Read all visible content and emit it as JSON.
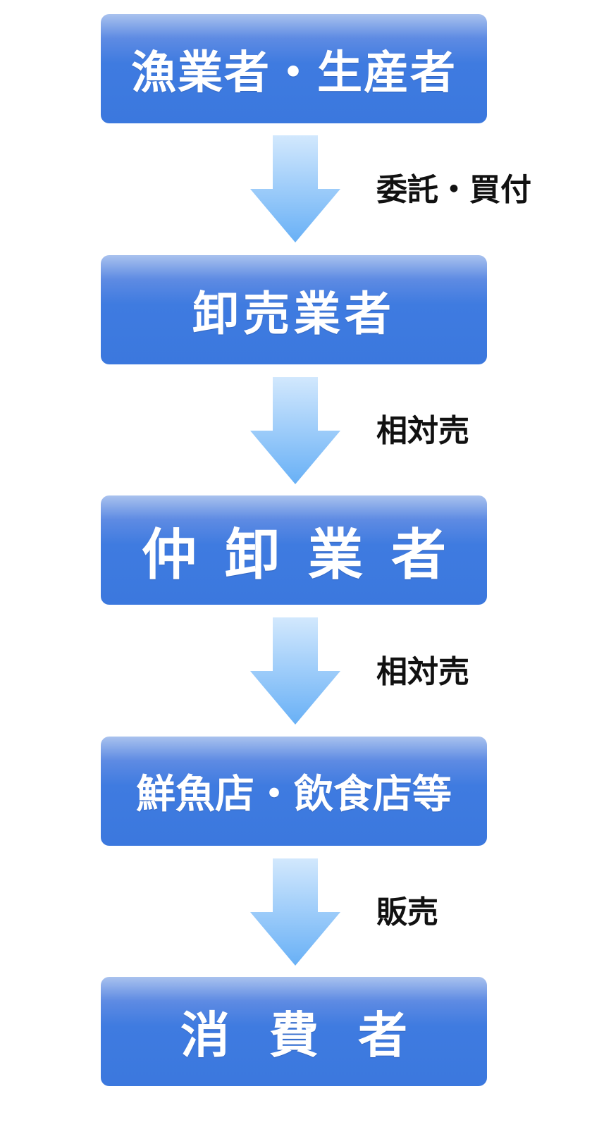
{
  "flow": {
    "stages": [
      {
        "label": "漁業者・生産者"
      },
      {
        "label": "卸売業者"
      },
      {
        "label": "仲卸業者"
      },
      {
        "label": "鮮魚店・飲食店等"
      },
      {
        "label": "消費者"
      }
    ],
    "transitions": [
      {
        "label": "委託・買付"
      },
      {
        "label": "相対売"
      },
      {
        "label": "相対売"
      },
      {
        "label": "販売"
      }
    ]
  },
  "colors": {
    "box_top": "#a9c2ee",
    "box_main": "#3b78de",
    "arrow_top": "#cfe6fd",
    "arrow_bottom": "#6fb4f7",
    "label_text": "#111111"
  }
}
